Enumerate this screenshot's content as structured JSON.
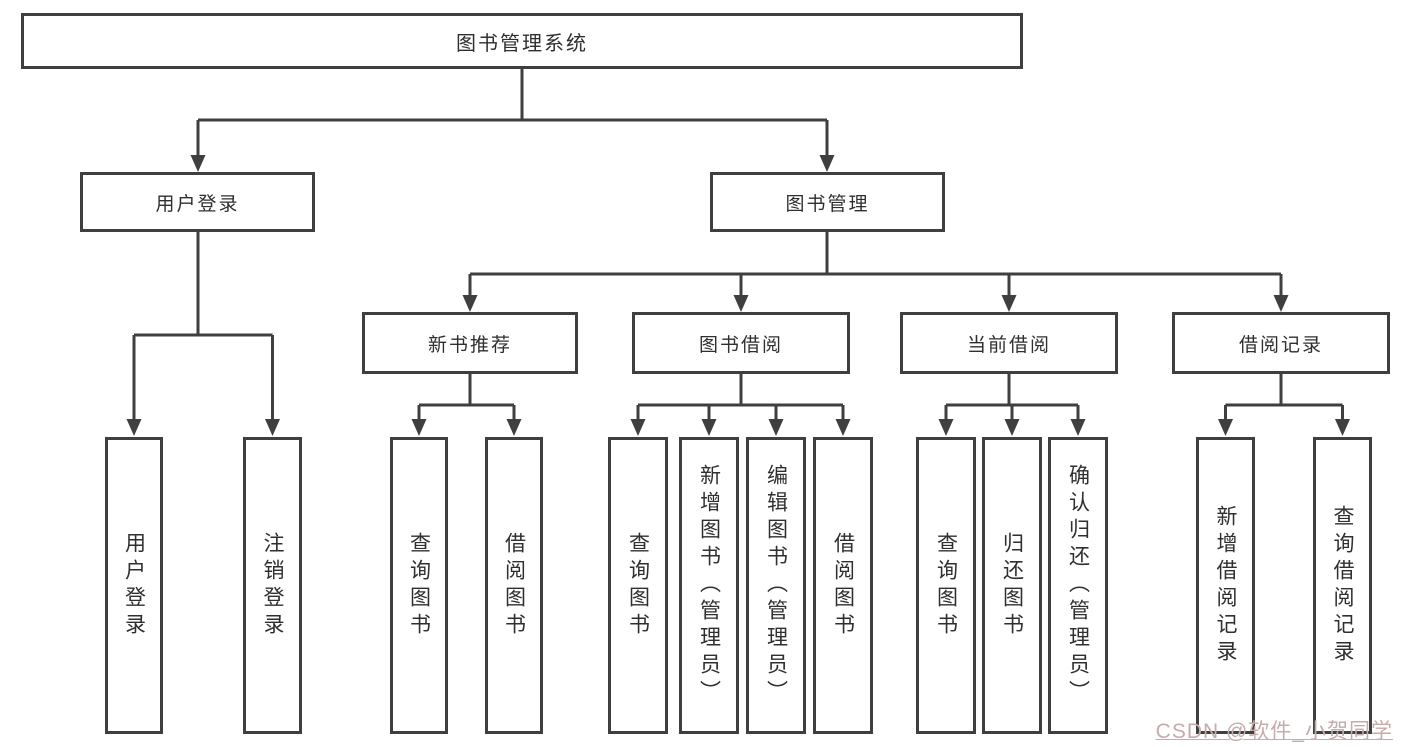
{
  "colors": {
    "line": "#3f3f3f",
    "text": "#2f2f2f",
    "box_background": "#ffffff",
    "watermark": "#c5abab"
  },
  "tree": {
    "root": {
      "label": "图书管理系统"
    },
    "branches": [
      {
        "label": "用户登录",
        "children": [
          {
            "label": "用户登录"
          },
          {
            "label": "注销登录"
          }
        ]
      },
      {
        "label": "图书管理",
        "children": [
          {
            "label": "新书推荐",
            "children": [
              {
                "label": "查询图书"
              },
              {
                "label": "借阅图书"
              }
            ]
          },
          {
            "label": "图书借阅",
            "children": [
              {
                "label": "查询图书"
              },
              {
                "label": "新增图书（管理员）"
              },
              {
                "label": "编辑图书（管理员）"
              },
              {
                "label": "借阅图书"
              }
            ]
          },
          {
            "label": "当前借阅",
            "children": [
              {
                "label": "查询图书"
              },
              {
                "label": "归还图书"
              },
              {
                "label": "确认归还（管理员）"
              }
            ]
          },
          {
            "label": "借阅记录",
            "children": [
              {
                "label": "新增借阅记录"
              },
              {
                "label": "查询借阅记录"
              }
            ]
          }
        ]
      }
    ]
  },
  "watermark": {
    "text": "CSDN @软件_小贺同学"
  }
}
